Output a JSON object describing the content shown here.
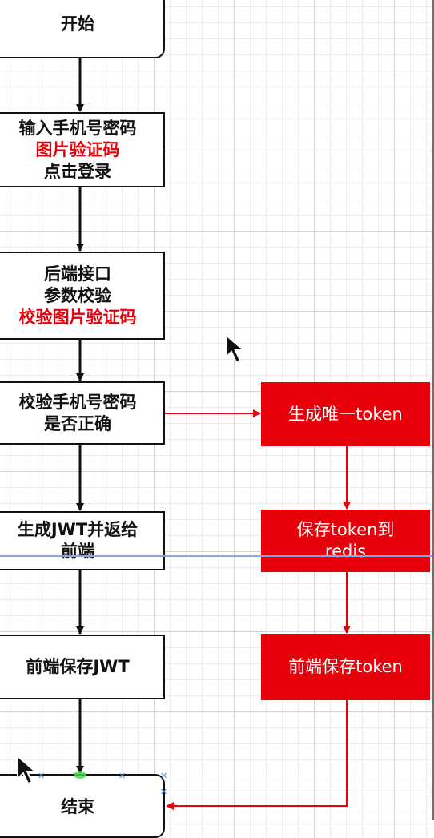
{
  "nodes": {
    "start": "开始",
    "input": {
      "line1": "输入手机号密码",
      "line2": "图片验证码",
      "line3": "点击登录"
    },
    "backend": {
      "line1": "后端接口",
      "line2": "参数校验",
      "line3": "校验图片验证码"
    },
    "check": {
      "line1": "校验手机号密码",
      "line2": "是否正确"
    },
    "gen_jwt": {
      "line1": "生成JWT并返给",
      "line2": "前端"
    },
    "save_jwt": "前端保存JWT",
    "end": "结束",
    "gen_token": "生成唯一token",
    "save_redis": {
      "line1": "保存token到",
      "line2": "redis"
    },
    "frontend_token": "前端保存token"
  },
  "colors": {
    "accent_red": "#e8000b",
    "edge_black": "#111111",
    "grid": "#d3d3d3",
    "selection_blue": "#4b8bd8"
  }
}
